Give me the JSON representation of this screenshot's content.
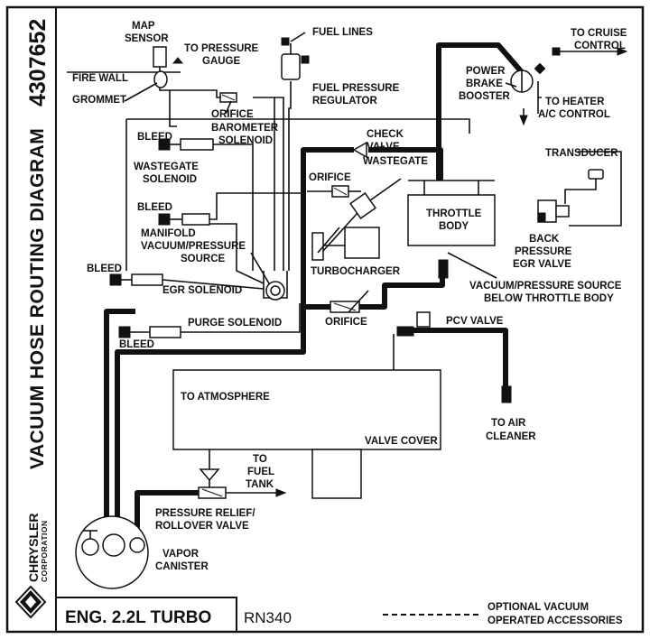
{
  "diagram": {
    "title": "VACUUM HOSE ROUTING DIAGRAM",
    "part_number": "4307652",
    "brand": "CHRYSLER",
    "brand_sub": "CORPORATION",
    "engine": "ENG. 2.2L TURBO",
    "code": "RN340",
    "legend_line1": "OPTIONAL VACUUM",
    "legend_line2": "OPERATED ACCESSORIES"
  },
  "labels": {
    "map_sensor_1": "MAP",
    "map_sensor_2": "SENSOR",
    "pressure_gauge_1": "TO PRESSURE",
    "pressure_gauge_2": "GAUGE",
    "fuel_lines": "FUEL LINES",
    "fire_wall": "FIRE WALL",
    "grommet": "GROMMET",
    "fuel_regulator_1": "FUEL PRESSURE",
    "fuel_regulator_2": "REGULATOR",
    "orifice_top": "ORIFICE",
    "bleed_1": "BLEED",
    "barometer_1": "BAROMETER",
    "barometer_2": "SOLENOID",
    "wastegate_sol_1": "WASTEGATE",
    "wastegate_sol_2": "SOLENOID",
    "bleed_2": "BLEED",
    "manifold_1": "MANIFOLD",
    "manifold_2": "VACUUM/PRESSURE",
    "manifold_3": "SOURCE",
    "bleed_3": "BLEED",
    "egr_solenoid": "EGR SOLENOID",
    "purge_solenoid": "PURGE SOLENOID",
    "bleed_4": "BLEED",
    "check_valve_1": "CHECK",
    "check_valve_2": "VALVE",
    "orifice_mid": "ORIFICE",
    "wastegate": "WASTEGATE",
    "turbocharger": "TURBOCHARGER",
    "throttle_1": "THROTTLE",
    "throttle_2": "BODY",
    "brake_1": "POWER",
    "brake_2": "BRAKE",
    "brake_3": "BOOSTER",
    "cruise_1": "TO CRUISE",
    "cruise_2": "CONTROL",
    "heater_1": "TO HEATER",
    "heater_2": "A/C CONTROL",
    "transducer": "TRANSDUCER",
    "back_pressure_1": "BACK",
    "back_pressure_2": "PRESSURE",
    "back_pressure_3": "EGR VALVE",
    "below_throttle_1": "VACUUM/PRESSURE SOURCE",
    "below_throttle_2": "BELOW THROTTLE BODY",
    "orifice_low": "ORIFICE",
    "pcv_valve": "PCV VALVE",
    "atmosphere": "TO ATMOSPHERE",
    "valve_cover": "VALVE COVER",
    "air_cleaner_1": "TO AIR",
    "air_cleaner_2": "CLEANER",
    "fuel_tank_1": "TO",
    "fuel_tank_2": "FUEL",
    "fuel_tank_3": "TANK",
    "relief_1": "PRESSURE RELIEF/",
    "relief_2": "ROLLOVER VALVE",
    "canister_1": "VAPOR",
    "canister_2": "CANISTER"
  }
}
